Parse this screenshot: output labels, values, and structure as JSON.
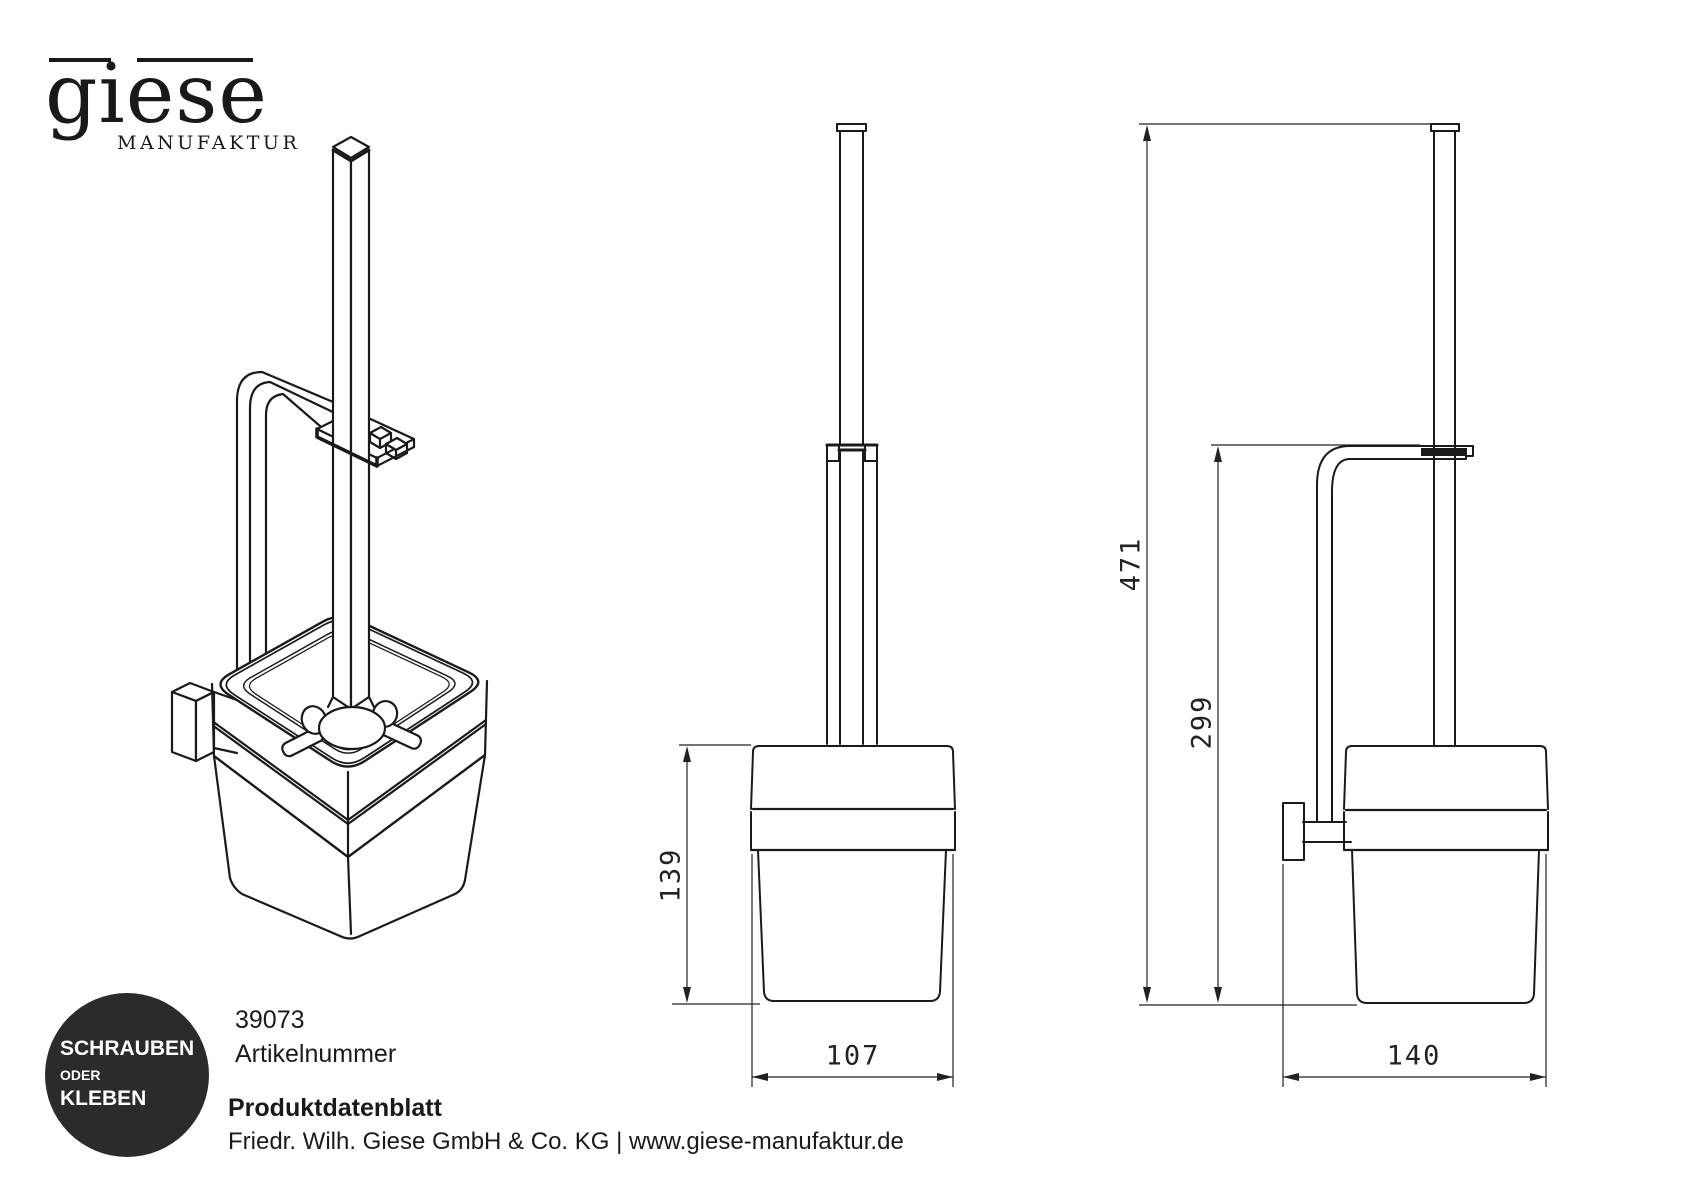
{
  "brand": {
    "name": "giese",
    "subtitle": "MANUFAKTUR"
  },
  "badge": {
    "lines": [
      "SCHRAUBEN",
      "ODER",
      "KLEBEN"
    ]
  },
  "article": {
    "number": "39073",
    "label": "Artikelnummer"
  },
  "footer": {
    "doc_type": "Produktdatenblatt",
    "company": "Friedr. Wilh. Giese GmbH & Co. KG | www.giese-manufaktur.de"
  },
  "dimensions": {
    "front_height_mm": "139",
    "front_width_mm": "107",
    "side_height_mm": "471",
    "side_bracket_height_mm": "299",
    "side_depth_mm": "140"
  },
  "colors": {
    "line": "#1a1a1a",
    "badge_bg": "#2b2b2b",
    "background": "#ffffff"
  }
}
